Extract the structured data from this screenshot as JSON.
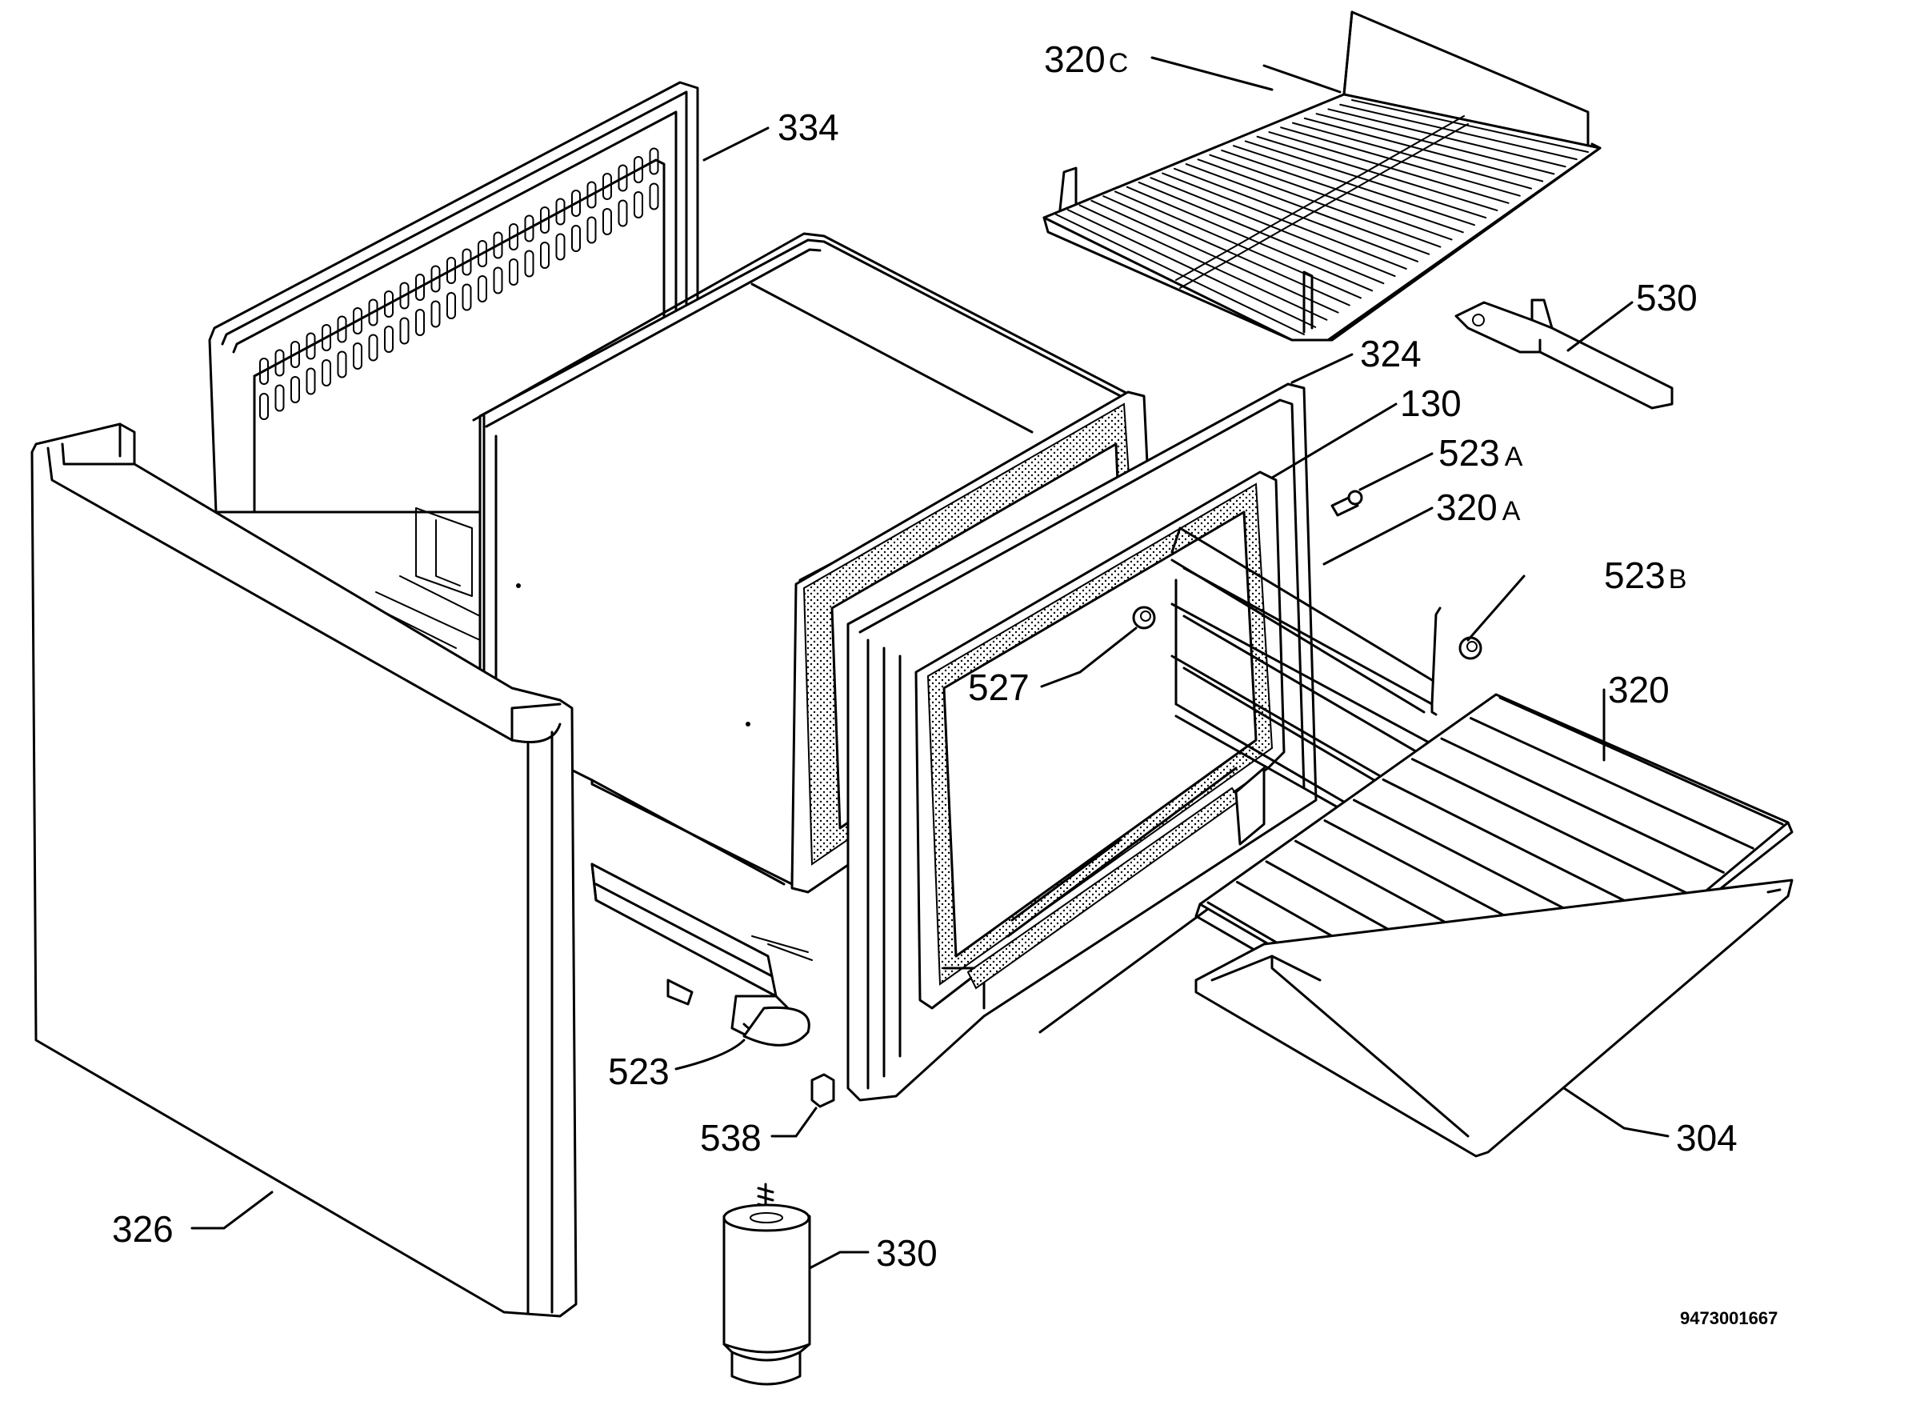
{
  "diagram": {
    "drawing_number": "9473001667",
    "callouts": [
      {
        "id": "334",
        "number": "334",
        "suffix": ""
      },
      {
        "id": "320c",
        "number": "320",
        "suffix": "C"
      },
      {
        "id": "530",
        "number": "530",
        "suffix": ""
      },
      {
        "id": "324",
        "number": "324",
        "suffix": ""
      },
      {
        "id": "130",
        "number": "130",
        "suffix": ""
      },
      {
        "id": "523a",
        "number": "523",
        "suffix": "A"
      },
      {
        "id": "320a",
        "number": "320",
        "suffix": "A"
      },
      {
        "id": "523b",
        "number": "523",
        "suffix": "B"
      },
      {
        "id": "320",
        "number": "320",
        "suffix": ""
      },
      {
        "id": "527",
        "number": "527",
        "suffix": ""
      },
      {
        "id": "523",
        "number": "523",
        "suffix": ""
      },
      {
        "id": "538",
        "number": "538",
        "suffix": ""
      },
      {
        "id": "304",
        "number": "304",
        "suffix": ""
      },
      {
        "id": "326",
        "number": "326",
        "suffix": ""
      },
      {
        "id": "330",
        "number": "330",
        "suffix": ""
      }
    ]
  }
}
